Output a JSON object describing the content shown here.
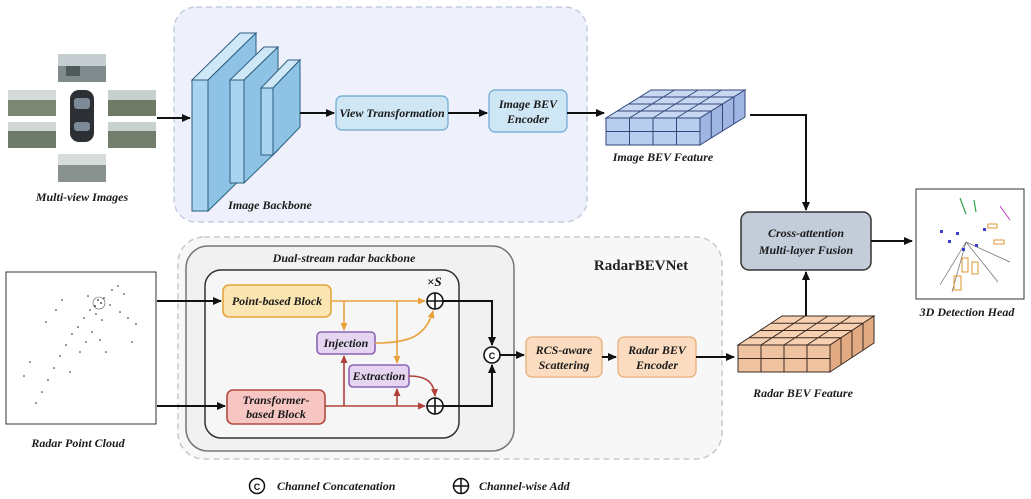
{
  "inputs": {
    "multiview_label": "Multi-view Images",
    "radar_label": "Radar Point Cloud"
  },
  "image_branch": {
    "backbone_label": "Image Backbone",
    "view_transform_label": "View Transformation",
    "bev_encoder_line1": "Image BEV",
    "bev_encoder_line2": "Encoder",
    "bev_feature_label": "Image BEV Feature"
  },
  "radar_branch": {
    "network_title": "RadarBEVNet",
    "dual_stream_title": "Dual-stream radar backbone",
    "point_block_label": "Point-based Block",
    "transformer_line1": "Transformer-",
    "transformer_line2": "based Block",
    "injection_label": "Injection",
    "extraction_label": "Extraction",
    "repeat_label": "×S",
    "rcs_line1": "RCS-aware",
    "rcs_line2": "Scattering",
    "encoder_line1": "Radar BEV",
    "encoder_line2": "Encoder",
    "bev_feature_label": "Radar BEV Feature"
  },
  "fusion": {
    "line1": "Cross-attention",
    "line2": "Multi-layer Fusion"
  },
  "output": {
    "label": "3D Detection Head"
  },
  "legend": {
    "concat_symbol": "C",
    "concat_label": "Channel Concatenation",
    "add_label": "Channel-wise Add"
  },
  "colors": {
    "image_region": "#eef1fb",
    "radar_region": "#f7f7f7",
    "backbone_blue": "#a9d3ee",
    "image_box": "#cfe6f5",
    "point_block": "#fbe6b3",
    "point_border": "#e5a53c",
    "transformer_block": "#f7c6c2",
    "transformer_border": "#b34a43",
    "purple_block": "#e5d5f1",
    "purple_border": "#8c63b5",
    "orange_block": "#fbdcc0",
    "orange_border": "#e8b07a",
    "fusion_box": "#c3ccd9",
    "grid_blue": "#b9cdee",
    "grid_orange": "#f0c3a0"
  }
}
